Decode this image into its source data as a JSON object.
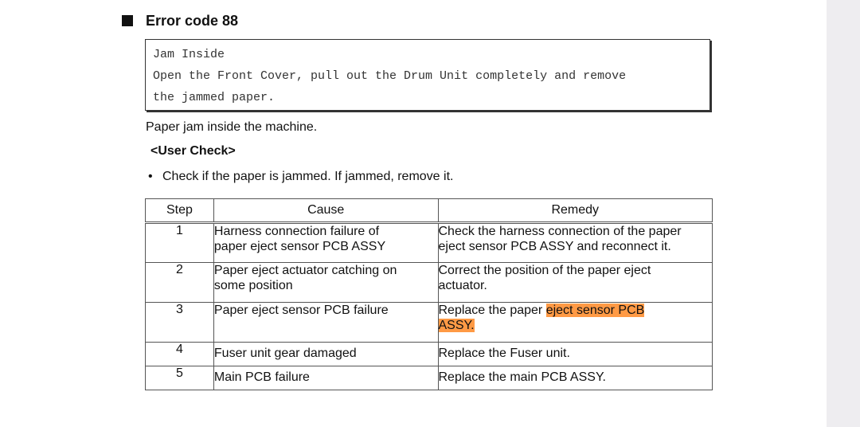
{
  "heading": "Error code 88",
  "code_box": {
    "line1": "Jam Inside",
    "line2": "Open the Front Cover, pull out the Drum Unit completely and remove",
    "line3": "the jammed paper."
  },
  "description": "Paper jam inside the machine.",
  "user_check_label": "<User Check>",
  "bullet_text": "Check if the paper is jammed. If jammed, remove it.",
  "table": {
    "headers": {
      "step": "Step",
      "cause": "Cause",
      "remedy": "Remedy"
    },
    "rows": [
      {
        "step": "1",
        "cause_l1": "Harness connection failure of",
        "cause_l2": "paper eject sensor PCB ASSY",
        "remedy_l1": "Check the harness connection of the paper",
        "remedy_l2": "eject sensor PCB ASSY and reconnect it."
      },
      {
        "step": "2",
        "cause_l1": "Paper eject actuator catching on",
        "cause_l2": "some position",
        "remedy_l1": "Correct the position of the paper eject",
        "remedy_l2": "actuator."
      },
      {
        "step": "3",
        "cause_l1": "Paper eject sensor PCB failure",
        "remedy_plain": "Replace the paper ",
        "remedy_hl1": "eject sensor PCB ",
        "remedy_hl2": "ASSY."
      },
      {
        "step": "4",
        "cause": "Fuser unit gear damaged",
        "remedy": "Replace the Fuser unit."
      },
      {
        "step": "5",
        "cause": "Main PCB failure",
        "remedy": "Replace the main PCB ASSY."
      }
    ]
  },
  "colors": {
    "highlight": "#ff9a45",
    "gutter": "#eeedf0"
  }
}
